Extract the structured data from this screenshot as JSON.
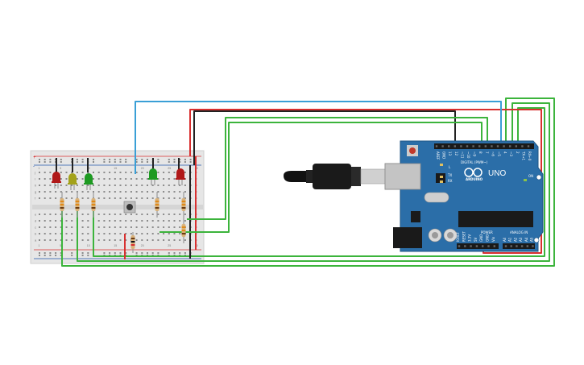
{
  "board": {
    "brand": "ARDUINO",
    "model": "UNO",
    "digital_header": "DIGITAL (PWM~)",
    "power_header": "POWER",
    "analog_header": "ANALOG IN",
    "aref": "AREF",
    "gnd": "GND",
    "ioref": "IOREF",
    "reset": "RESET",
    "v33": "3.3V",
    "v5": "5V",
    "vin": "Vin",
    "tx": "TX",
    "rx": "RX",
    "led_l": "L",
    "on": "ON",
    "digital_pins": [
      "13",
      "12",
      "~11",
      "~10",
      "~9",
      "8",
      "7",
      "~6",
      "~5",
      "4",
      "~3",
      "2",
      "TX→1",
      "RX←0"
    ],
    "analog_pins": [
      "A0",
      "A1",
      "A2",
      "A3",
      "A4",
      "A5"
    ]
  },
  "breadboard": {
    "row_numbers": [
      "1",
      "5",
      "10",
      "15",
      "20",
      "25",
      "30"
    ],
    "row_letters_top": [
      "j",
      "i",
      "h",
      "g",
      "f"
    ],
    "row_letters_bottom": [
      "e",
      "d",
      "c",
      "b",
      "a"
    ],
    "rail_plus": "+",
    "rail_minus": "-"
  },
  "components": {
    "leds": [
      {
        "color_name": "red",
        "color": "#b01818"
      },
      {
        "color_name": "yellow",
        "color": "#a3a21a"
      },
      {
        "color_name": "green",
        "color": "#1e9a22"
      },
      {
        "color_name": "green",
        "color": "#1e9a22"
      },
      {
        "color_name": "red",
        "color": "#b01818"
      }
    ],
    "resistor_count": 6,
    "pushbutton": "pushbutton"
  },
  "colors": {
    "wire_green": "#3cb43c",
    "wire_red": "#d83030",
    "wire_black": "#222222",
    "wire_blue": "#3a9fd6",
    "board_blue": "#2b6ea8",
    "breadboard": "#e4e4e4"
  }
}
